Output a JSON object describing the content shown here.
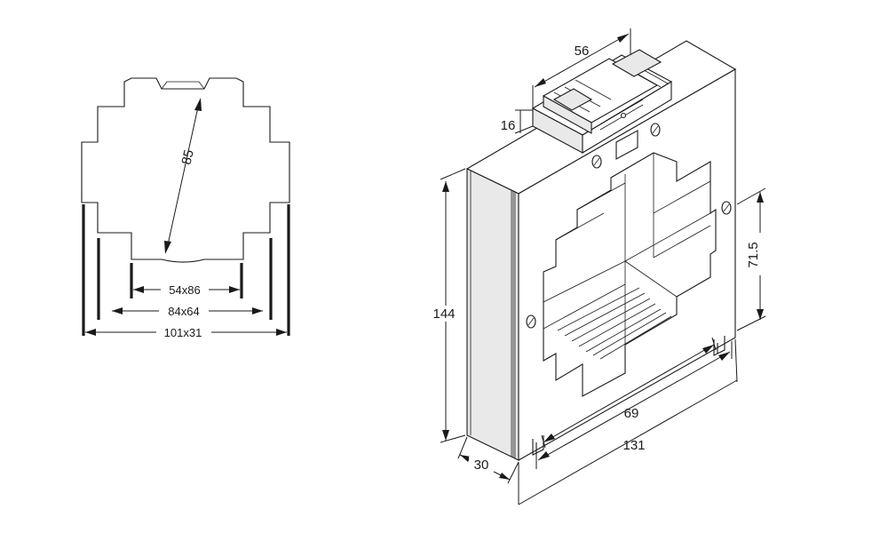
{
  "front_view": {
    "dim_diagonal": "85",
    "dim_inner_window": "54x86",
    "dim_middle_window": "84x64",
    "dim_outer_window": "101x31"
  },
  "iso_view": {
    "dim_terminal_width": "56",
    "dim_terminal_height": "16",
    "dim_body_height": "144",
    "dim_window_height": "71.5",
    "dim_window_width": "69",
    "dim_body_width": "131",
    "dim_depth": "30"
  }
}
